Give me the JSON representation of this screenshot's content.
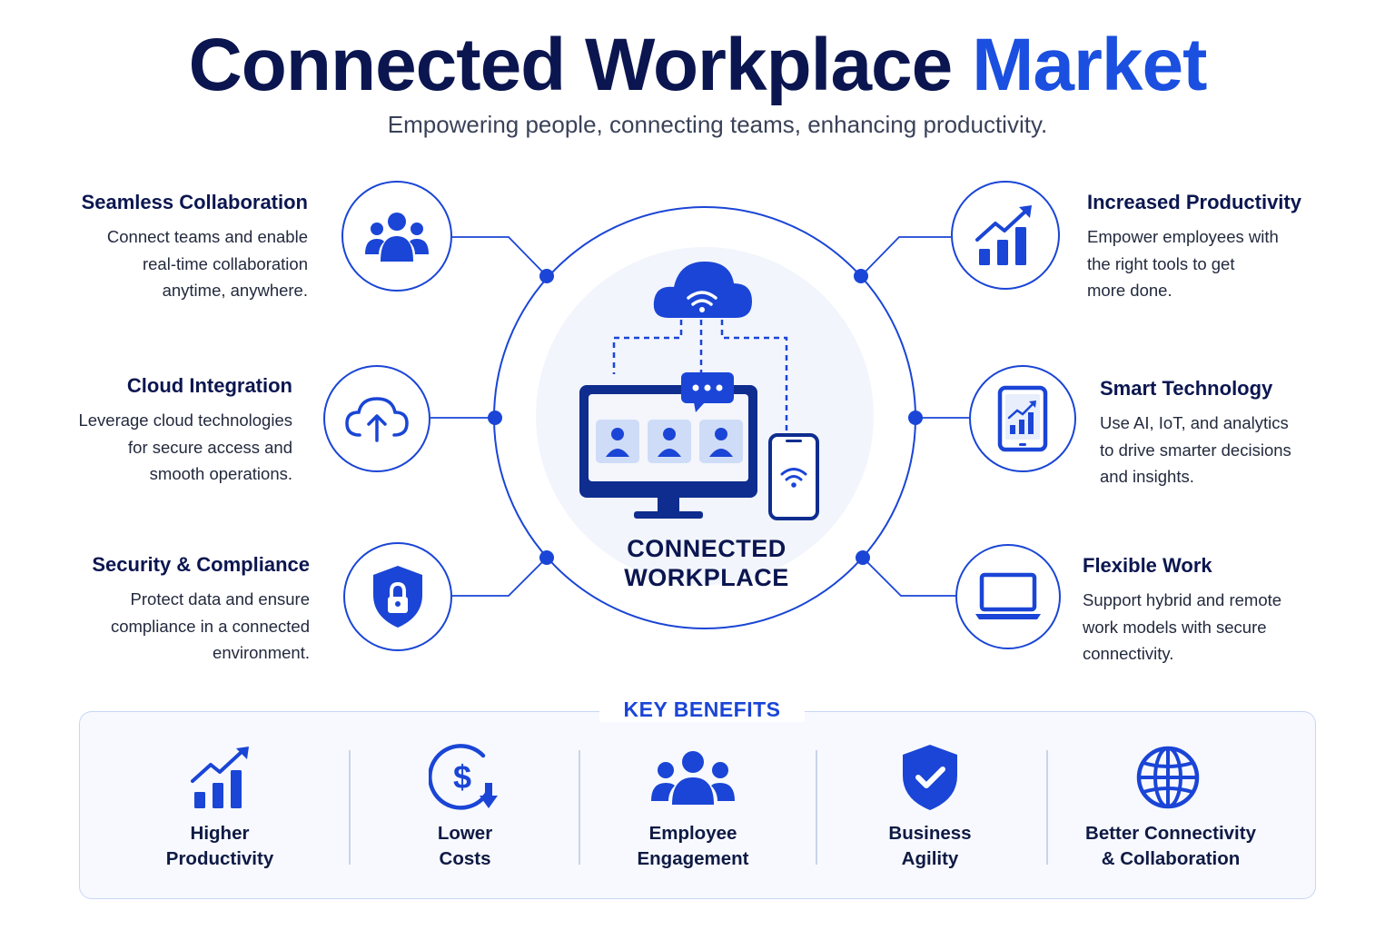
{
  "title": {
    "main": "Connected Workplace",
    "accent": "Market"
  },
  "subtitle": "Empowering people, connecting teams, enhancing productivity.",
  "center": {
    "line1": "CONNECTED",
    "line2": "WORKPLACE"
  },
  "features_left": [
    {
      "title": "Seamless Collaboration",
      "lines": [
        "Connect teams and enable",
        "real-time collaboration",
        "anytime, anywhere."
      ],
      "icon": "team-icon"
    },
    {
      "title": "Cloud Integration",
      "lines": [
        "Leverage cloud technologies",
        "for secure access and",
        "smooth operations."
      ],
      "icon": "cloud-upload-icon"
    },
    {
      "title": "Security & Compliance",
      "lines": [
        "Protect data and ensure",
        "compliance in a connected",
        "environment."
      ],
      "icon": "shield-lock-icon"
    }
  ],
  "features_right": [
    {
      "title": "Increased Productivity",
      "lines": [
        "Empower employees with",
        "the right tools to get",
        "more done."
      ],
      "icon": "growth-chart-icon"
    },
    {
      "title": "Smart Technology",
      "lines": [
        "Use AI, IoT, and analytics",
        "to drive smarter decisions",
        "and insights."
      ],
      "icon": "tablet-chart-icon"
    },
    {
      "title": "Flexible Work",
      "lines": [
        "Support hybrid and remote",
        "work models with secure",
        "connectivity."
      ],
      "icon": "laptop-icon"
    }
  ],
  "benefits": {
    "heading": "KEY BENEFITS",
    "items": [
      {
        "line1": "Higher",
        "line2": "Productivity",
        "icon": "growth-chart-icon"
      },
      {
        "line1": "Lower",
        "line2": "Costs",
        "icon": "dollar-down-icon"
      },
      {
        "line1": "Employee",
        "line2": "Engagement",
        "icon": "people-icon"
      },
      {
        "line1": "Business",
        "line2": "Agility",
        "icon": "shield-check-icon"
      },
      {
        "line1": "Better Connectivity",
        "line2": "& Collaboration",
        "icon": "globe-icon"
      }
    ]
  },
  "colors": {
    "primary": "#1a45d6",
    "dark": "#0b1650",
    "accent": "#1a4fe0"
  }
}
